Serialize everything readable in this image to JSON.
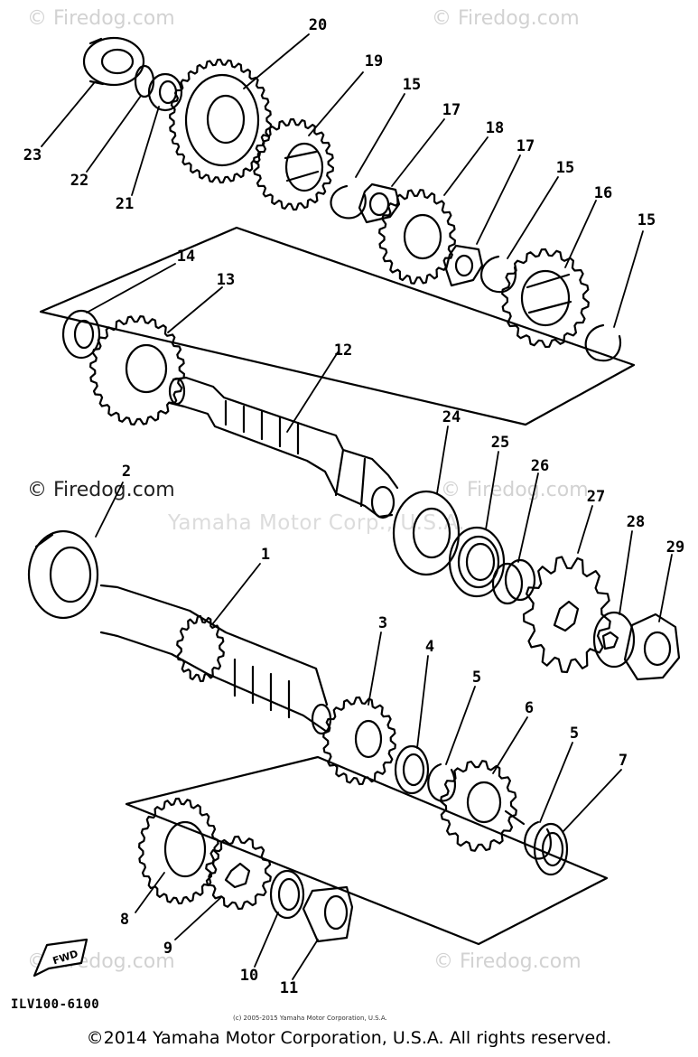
{
  "watermarks": {
    "top_left": "© Firedog.com",
    "top_right": "© Firedog.com",
    "mid_left": "© Firedog.com",
    "mid_right": "© Firedog.com",
    "bottom_left": "© Firedog.com",
    "bottom_right": "© Firedog.com",
    "corp_overlay": "Yamaha Motor Corp., U.S.A."
  },
  "part_labels": [
    "20",
    "19",
    "15",
    "17",
    "18",
    "17",
    "15",
    "16",
    "15",
    "23",
    "22",
    "21",
    "14",
    "13",
    "12",
    "24",
    "25",
    "26",
    "27",
    "28",
    "29",
    "2",
    "1",
    "3",
    "4",
    "5",
    "6",
    "5",
    "7",
    "8",
    "9",
    "10",
    "11"
  ],
  "fwd_label": "FWD",
  "diagram_code": "ILV100-6100",
  "small_copyright": "(c) 2005-2015 Yamaha Motor Corporation, U.S.A.",
  "footer": "©2014 Yamaha Motor Corporation, U.S.A. All rights reserved."
}
